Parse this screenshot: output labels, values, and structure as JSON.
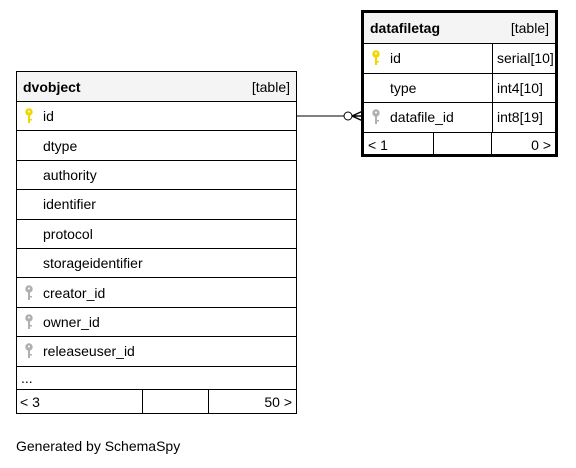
{
  "dvobject": {
    "name": "dvobject",
    "kind": "[table]",
    "columns": [
      {
        "name": "id",
        "key": "primary-key-icon"
      },
      {
        "name": "dtype",
        "key": ""
      },
      {
        "name": "authority",
        "key": ""
      },
      {
        "name": "identifier",
        "key": ""
      },
      {
        "name": "protocol",
        "key": ""
      },
      {
        "name": "storageidentifier",
        "key": ""
      },
      {
        "name": "creator_id",
        "key": "foreign-key-icon"
      },
      {
        "name": "owner_id",
        "key": "foreign-key-icon"
      },
      {
        "name": "releaseuser_id",
        "key": "foreign-key-icon"
      }
    ],
    "more": "...",
    "footer_left": "< 3",
    "footer_right": "50 >"
  },
  "datafiletag": {
    "name": "datafiletag",
    "kind": "[table]",
    "columns": [
      {
        "name": "id",
        "type": "serial[10]",
        "key": "primary-key-icon"
      },
      {
        "name": "type",
        "type": "int4[10]",
        "key": ""
      },
      {
        "name": "datafile_id",
        "type": "int8[19]",
        "key": "foreign-key-icon"
      }
    ],
    "footer_left": "< 1",
    "footer_right": "0 >"
  },
  "colors": {
    "primary_key": "#f2d600",
    "foreign_key": "#b0b0b0",
    "header_bg": "#f4f4f4",
    "line": "#000000"
  },
  "generated_by": "Generated by SchemaSpy"
}
